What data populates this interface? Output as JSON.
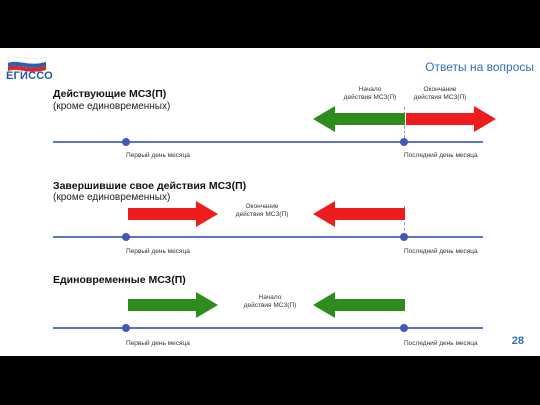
{
  "header": {
    "logo_text": "ЕГИССО",
    "title": "Ответы на вопросы"
  },
  "sections": [
    {
      "title": "Действующие МСЗ(П)",
      "subtitle": "(кроме единовременных)",
      "callouts": [
        "Начало\nдействия МСЗ(П)",
        "Окончание\nдействия МСЗ(П)"
      ],
      "axis_labels": [
        "Первый день месяца",
        "Последний день месяца"
      ]
    },
    {
      "title": "Завершившие свое действия МСЗ(П)",
      "subtitle": "(кроме единовременных)",
      "callouts": [
        "Окончание\nдействия МСЗ(П)"
      ],
      "axis_labels": [
        "Первый день месяца",
        "Последний день месяца"
      ]
    },
    {
      "title": "Единовременные МСЗ(П)",
      "subtitle": "",
      "callouts": [
        "Начало\nдействия МСЗ(П)"
      ],
      "axis_labels": [
        "Первый день месяца",
        "Последний день месяца"
      ]
    }
  ],
  "colors": {
    "green": "#2e8b1e",
    "red": "#ee1c1c",
    "axis": "#5b73c9",
    "accent": "#2e6fb8"
  },
  "page_number": "28"
}
